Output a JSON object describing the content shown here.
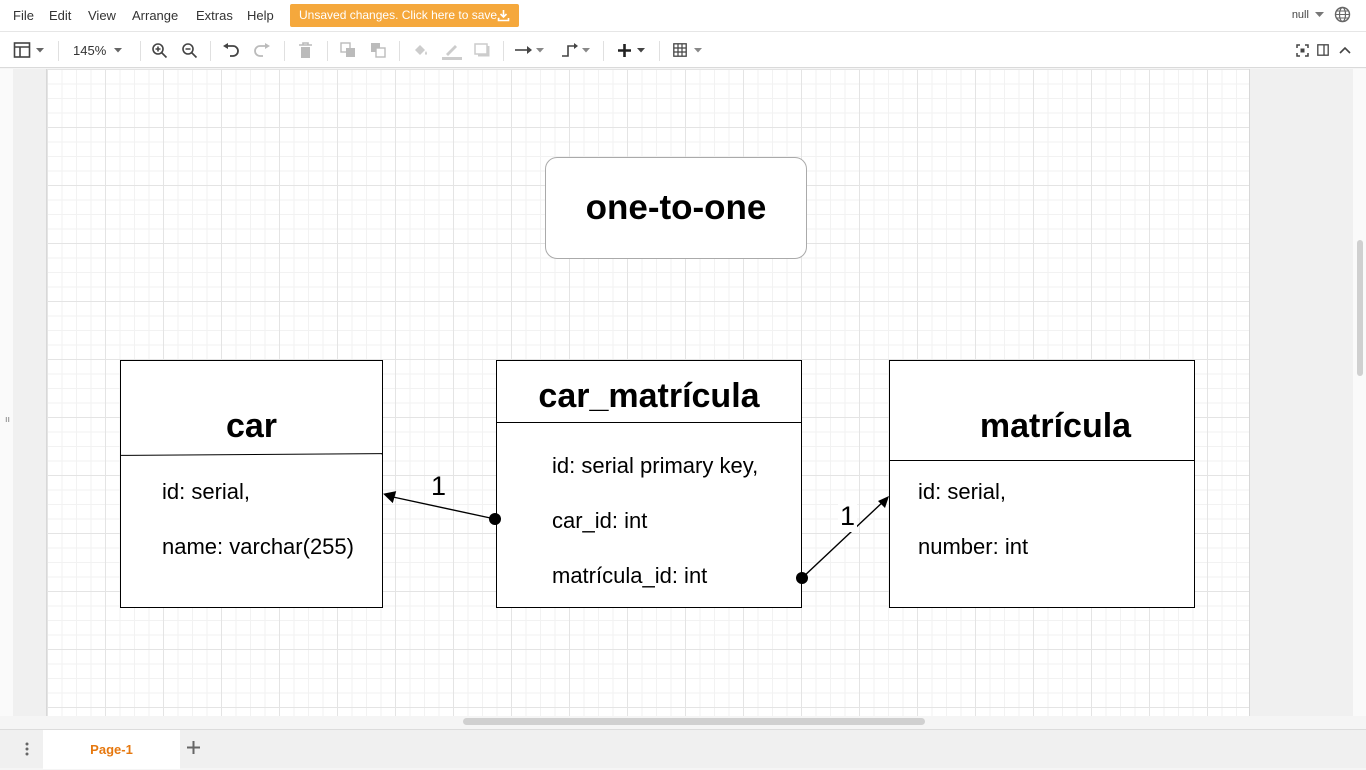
{
  "menubar": {
    "items": [
      "File",
      "Edit",
      "View",
      "Arrange",
      "Extras",
      "Help"
    ],
    "save_banner": "Unsaved changes. Click here to save.",
    "user": "null"
  },
  "toolbar": {
    "zoom": "145%"
  },
  "diagram": {
    "title": "one-to-one",
    "entities": [
      {
        "name": "car",
        "attributes": [
          "id: serial,",
          "name: varchar(255)"
        ]
      },
      {
        "name": "car_matrícula",
        "attributes": [
          "id: serial primary key,",
          "car_id: int",
          "matrícula_id: int"
        ]
      },
      {
        "name": "matrícula",
        "attributes": [
          "id: serial,",
          "number: int"
        ]
      }
    ],
    "connectors": [
      {
        "from": "car_matrícula",
        "to": "car",
        "label": "1"
      },
      {
        "from": "car_matrícula",
        "to": "matrícula",
        "label": "1"
      }
    ]
  },
  "footer": {
    "tabs": [
      "Page-1"
    ]
  }
}
